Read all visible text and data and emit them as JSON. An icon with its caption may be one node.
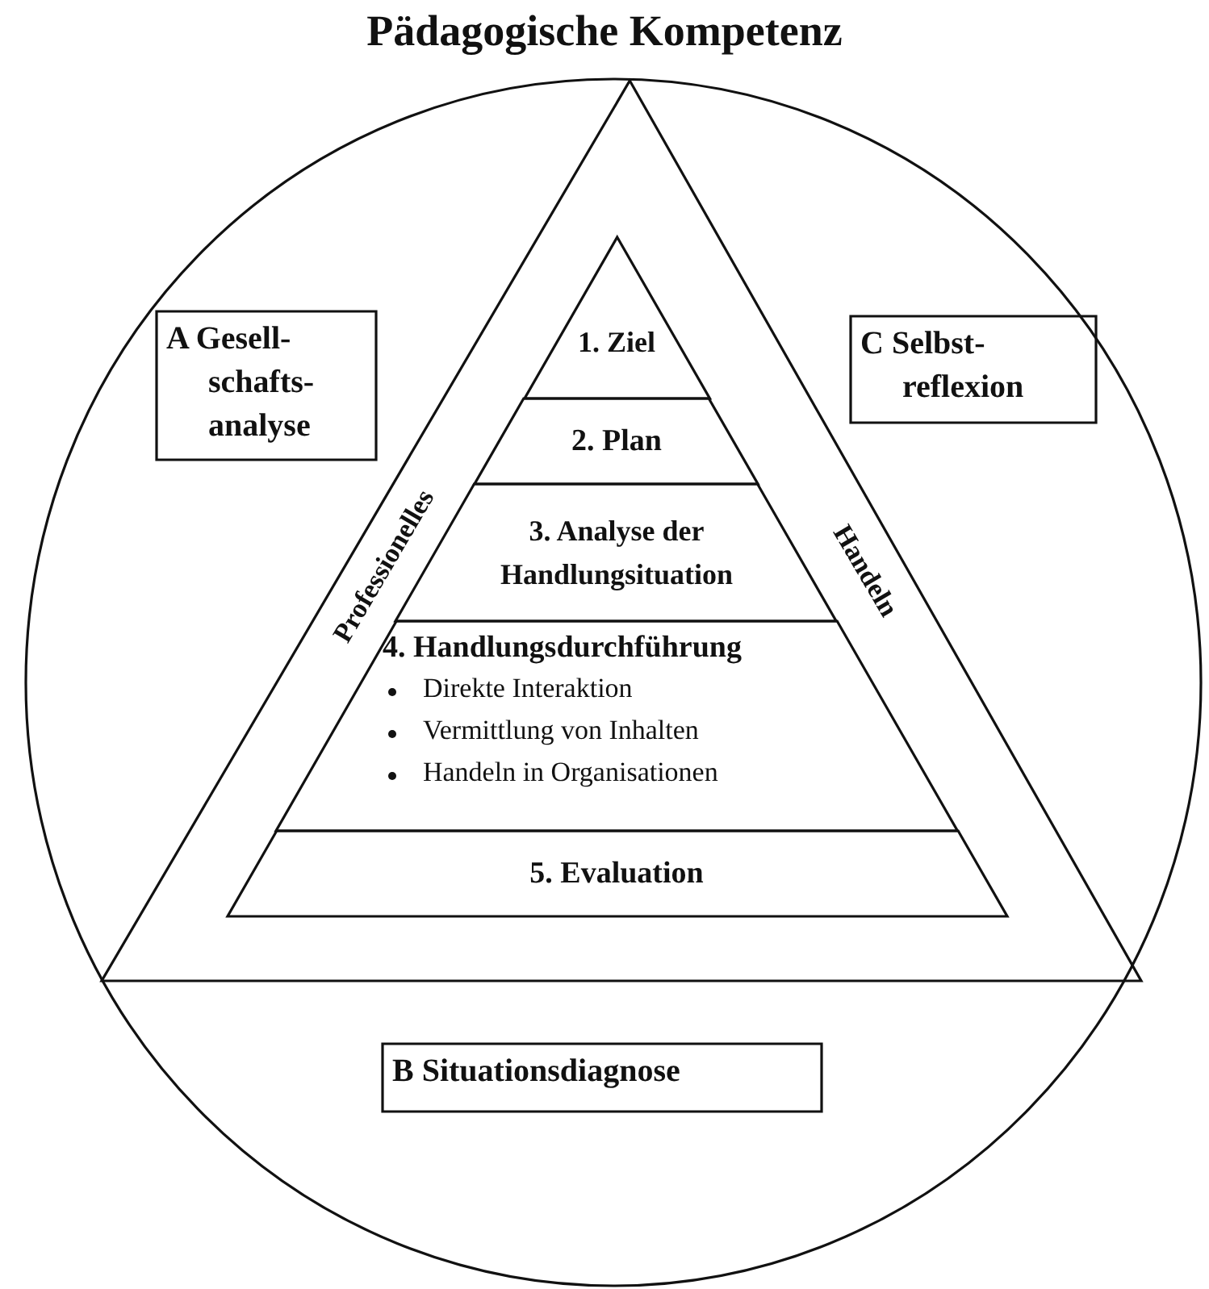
{
  "diagram": {
    "title": "Pädagogische Kompetenz",
    "nodes": [
      {
        "text": [],
        "shape": "circle"
      },
      {
        "text": [
          "A Gesell- schafts- analyse"
        ],
        "in": 0
      },
      {
        "text": [
          "C Selbst- reflexion"
        ],
        "in": 0
      },
      {
        "text": [
          "Professionelles",
          "Handeln"
        ],
        "in": 0
      },
      {
        "text": [
          "1. Ziel"
        ],
        "in": 3
      },
      {
        "text": [
          "2. Plan"
        ],
        "in": 3
      },
      {
        "text": [
          "3. Analyse der Handlungsituation"
        ],
        "in": 3
      },
      {
        "text": [
          "4. Handlungsdurchführung",
          "Direkte Interaktion",
          "Vermittlung von Inhalten",
          "Handeln in Organisationen"
        ],
        "in": 3
      },
      {
        "text": [
          "5. Evaluation"
        ],
        "in": 3
      },
      {
        "text": [
          "B Situationsdiagnose"
        ],
        "in": 0
      }
    ],
    "edges": []
  }
}
